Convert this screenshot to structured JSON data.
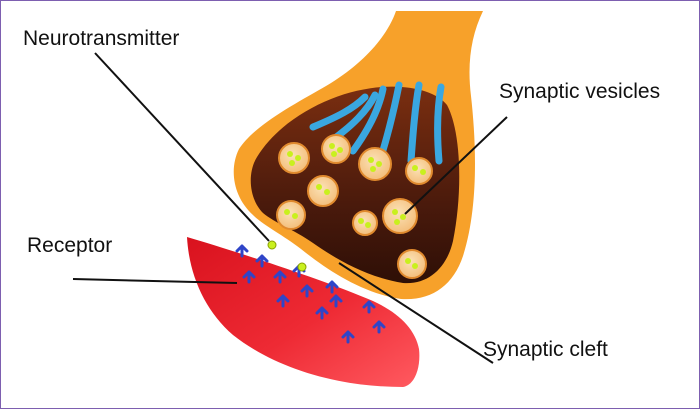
{
  "labels": {
    "neurotransmitter": "Neurotransmitter",
    "synaptic_vesicles": "Synaptic vesicles",
    "receptor": "Receptor",
    "synaptic_cleft": "Synaptic cleft"
  },
  "colors": {
    "presynaptic_outer": "#f7a12a",
    "presynaptic_inner": "#4a1a0c",
    "vesicle_fill": "#f6c98a",
    "vesicle_stroke": "#e08a2e",
    "neurotransmitter": "#c9f01e",
    "microtubule": "#3aa7e0",
    "postsynaptic": "#e8202a",
    "receptor": "#2f45c8",
    "leader_line": "#111111",
    "frame": "#7d5fb0"
  }
}
